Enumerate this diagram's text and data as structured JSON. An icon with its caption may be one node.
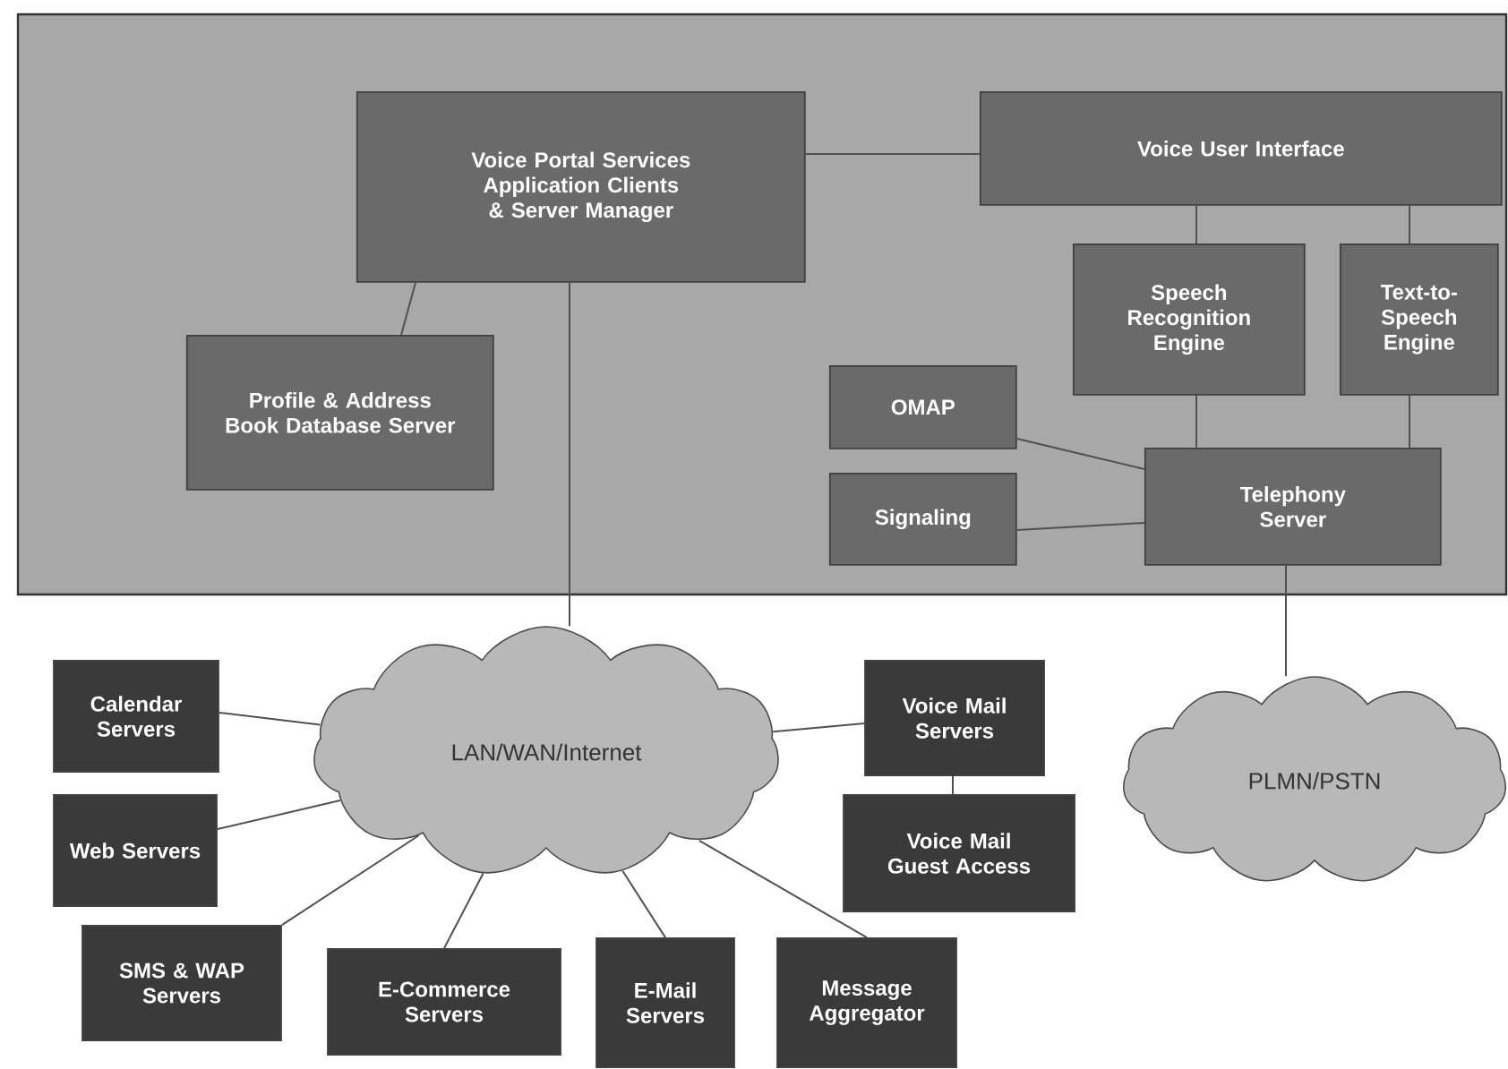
{
  "diagram": {
    "nodes": [
      {
        "text": [],
        "shape": "box"
      },
      {
        "text": [
          "Voice Portal Services Application Clients & Server Manager"
        ],
        "in": 0
      },
      {
        "text": [
          "Voice User Interface"
        ],
        "in": 0
      },
      {
        "text": [
          "Profile & Address Book Database Server"
        ],
        "in": 0
      },
      {
        "text": [
          "Speech Recognition Engine"
        ],
        "in": 0
      },
      {
        "text": [
          "Text-to-Speech Engine"
        ],
        "in": 0
      },
      {
        "text": [
          "OMAP"
        ],
        "in": 0
      },
      {
        "text": [
          "Signaling"
        ],
        "in": 0
      },
      {
        "text": [
          "Telephony Server"
        ],
        "in": 0
      },
      {
        "text": [
          "Calendar Servers"
        ]
      },
      {
        "text": [
          "LAN/WAN/Internet"
        ]
      },
      {
        "text": [
          "Voice Mail Servers"
        ]
      },
      {
        "text": [
          "PLMN/PSTN"
        ]
      },
      {
        "text": [
          "Web Servers"
        ]
      },
      {
        "text": [
          "Voice Mail Guest Access"
        ]
      },
      {
        "text": [
          "SMS & WAP Servers"
        ]
      },
      {
        "text": [
          "E-Commerce Servers"
        ]
      },
      {
        "text": [
          "E-Mail Servers"
        ]
      },
      {
        "text": [
          "Message Aggregator"
        ]
      }
    ],
    "edges": [
      {
        "from": 1,
        "to": 2,
        "arrow": "none"
      },
      {
        "from": 1,
        "to": 3,
        "arrow": "none"
      },
      {
        "from": 2,
        "to": 4,
        "arrow": "none"
      },
      {
        "from": 2,
        "to": 5,
        "arrow": "none"
      },
      {
        "from": 4,
        "to": 8,
        "arrow": "none"
      },
      {
        "from": 5,
        "to": 8,
        "arrow": "none"
      },
      {
        "from": 6,
        "to": 8,
        "arrow": "none"
      },
      {
        "from": 7,
        "to": 8,
        "arrow": "none"
      },
      {
        "from": 1,
        "to": 10,
        "arrow": "none"
      },
      {
        "from": 8,
        "to": 12,
        "arrow": "none"
      },
      {
        "from": 9,
        "to": 10,
        "arrow": "none"
      },
      {
        "from": 13,
        "to": 10,
        "arrow": "none"
      },
      {
        "from": 15,
        "to": 10,
        "arrow": "none"
      },
      {
        "from": 16,
        "to": 10,
        "arrow": "none"
      },
      {
        "from": 17,
        "to": 10,
        "arrow": "none"
      },
      {
        "from": 18,
        "to": 10,
        "arrow": "none"
      },
      {
        "from": 11,
        "to": 10,
        "arrow": "none"
      },
      {
        "from": 11,
        "to": 14,
        "arrow": "none"
      }
    ]
  }
}
